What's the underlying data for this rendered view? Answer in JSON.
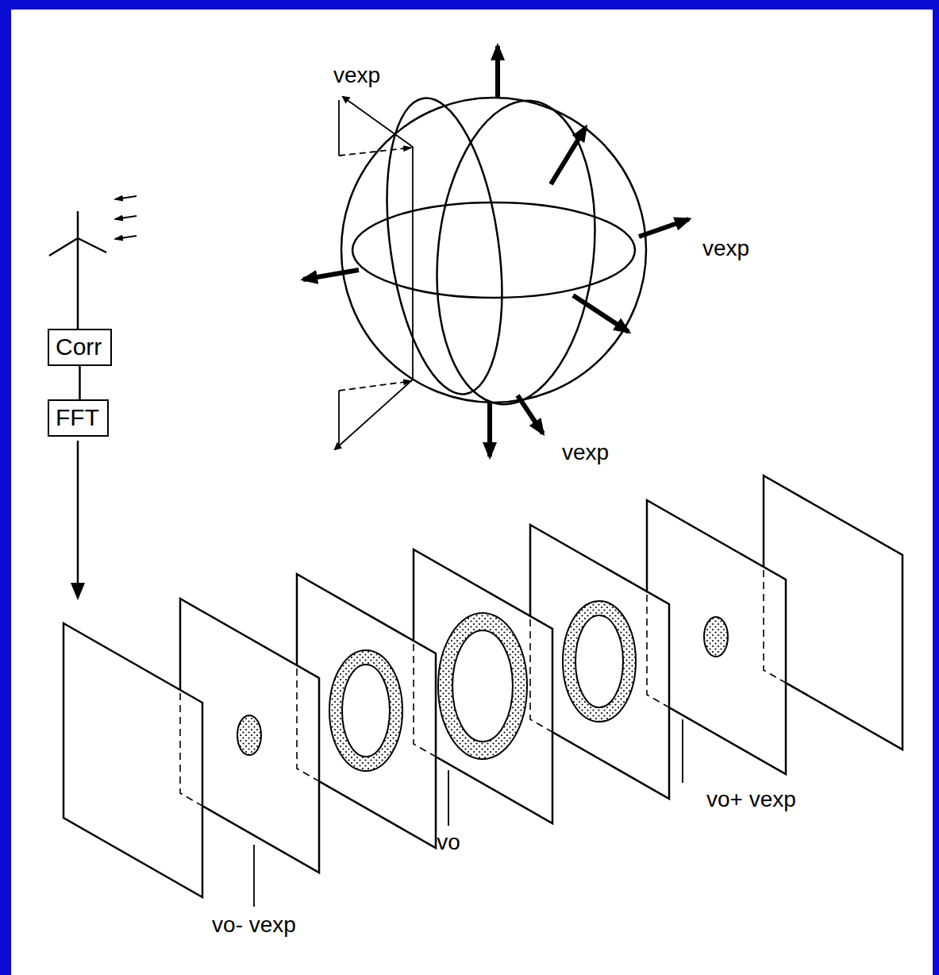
{
  "diagram": {
    "nodes": [
      {
        "text": [
          "Corr"
        ]
      },
      {
        "text": [
          "FFT"
        ]
      }
    ],
    "edges": [
      {
        "from": 0,
        "to": 1,
        "arrow": "none"
      }
    ],
    "labels": [
      "vexp",
      "vexp",
      "vexp",
      "vo- vexp",
      "vo",
      "vo+ vexp"
    ]
  }
}
